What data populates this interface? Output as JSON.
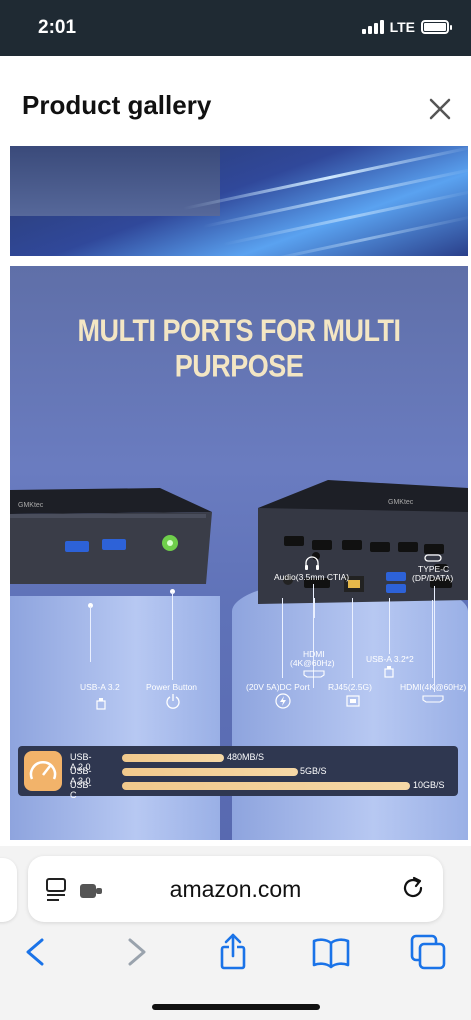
{
  "status_bar": {
    "time": "2:01",
    "network": "LTE"
  },
  "header": {
    "title": "Product gallery",
    "close_icon": "close-icon"
  },
  "gallery": {
    "headline": "MULTI PORTS FOR MULTI PURPOSE",
    "ports": {
      "usb_a_32": "USB-A 3.2",
      "power_button": "Power Button",
      "audio": "Audio(3.5mm CTIA)",
      "type_c_line1": "TYPE-C",
      "type_c_line2": "(DP/DATA)",
      "hdmi_line1": "HDMI",
      "hdmi_line2": "(4K@60Hz)",
      "usb_a_32x2": "USB-A 3.2*2",
      "dc_port": "(20V 5A)DC Port",
      "rj45": "RJ45(2.5G)",
      "hdmi_4k": "HDMI(4K@60Hz)"
    },
    "speeds": [
      {
        "name": "USB-A 2.0",
        "value": "480MB/S"
      },
      {
        "name": "USB-A 3.0",
        "value": "5GB/S"
      },
      {
        "name": "USB-C",
        "value": "10GB/S"
      }
    ]
  },
  "browser": {
    "url": "amazon.com"
  },
  "colors": {
    "status_bar": "#1f2a33",
    "ios_blue": "#1a73e8",
    "headline": "#f3e6c4",
    "speed_bar": "#f1c98c",
    "power_button": "#6fcf4b"
  }
}
